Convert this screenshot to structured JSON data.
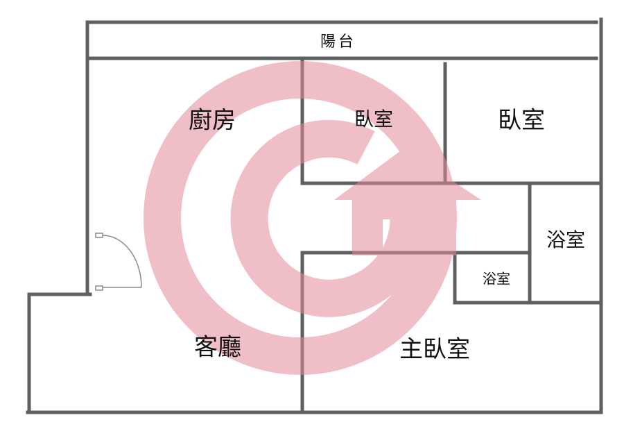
{
  "rooms": {
    "balcony": "陽台",
    "kitchen": "廚房",
    "bedroom_1": "臥室",
    "bedroom_2": "臥室",
    "bathroom_1": "浴室",
    "bathroom_2": "浴室",
    "living_room": "客廳",
    "master_bedroom": "主臥室"
  },
  "colors": {
    "wall": "#5f5f5f",
    "watermark": "#e58a9a",
    "background": "#ffffff"
  },
  "watermark": {
    "icon": "circular-house-logo-watermark"
  }
}
